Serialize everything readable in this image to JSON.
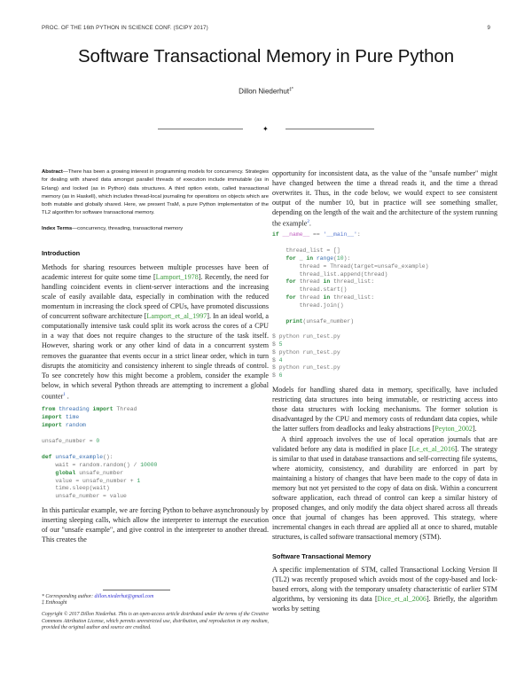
{
  "header": {
    "running_head": "PROC. OF THE 16th PYTHON IN SCIENCE CONF. (SCIPY 2017)",
    "page_number": "9"
  },
  "paper": {
    "title": "Software Transactional Memory in Pure Python",
    "author": "Dillon Niederhut",
    "author_marks": "‡*",
    "divider_glyph": "✦"
  },
  "abstract": {
    "label": "Abstract",
    "text": "—There has been a growing interest in programming models for concurrency. Strategies for dealing with shared data amongst parallel threads of execution include immutable (as in Erlang) and locked (as in Python) data structures. A third option exists, called transactional memory (as in Haskell), which includes thread-local journaling for operations on objects which are both mutable and globally shared. Here, we present TraM, a pure Python implementation of the TL2 algorithm for software transactional memory.",
    "index_label": "Index Terms",
    "index_text": "—concurrency, threading, transactional memory"
  },
  "introduction": {
    "heading": "Introduction",
    "p1_a": "Methods for sharing resources between multiple processes have been of academic interest for quite some time [",
    "p1_cite1": "Lamport_1978",
    "p1_b": "]. Recently, the need for handling coincident events in client-server interactions and the increasing scale of easily available data, especially in combination with the reduced momentum in increasing the clock speed of CPUs, have promoted discussions of concurrent software architecture [",
    "p1_cite2": "Lamport_et_al_1997",
    "p1_c": "]. In an ideal world, a computationally intensive task could split its work across the cores of a CPU in a way that does not require changes to the structure of the task itself. However, sharing work or any other kind of data in a concurrent system removes the guarantee that events occur in a strict linear order, which in turn disrupts the atomiticity and consistency inherent to single threads of control. To see concretely how this might become a problem, consider the example below, in which several Python threads are attempting to increment a global counter",
    "p1_fn": "1",
    "p1_end": " .",
    "p2": "In this particular example, we are forcing Python to behave asynchronously by inserting sleeping calls, which allow the interpreter to interrupt the execution of our \"unsafe example\", and give control in the interpreter to another thread. This creates the opportunity for inconsistent data, as the value of the \"unsafe number\" might have changed between the time a thread reads it, and the time a thread overwrites it. Thus, in the code below, we would expect to see consistent output of the number 10, but in practice will see something smaller, depending on the length of the wait and the architecture of the system running the example",
    "p2_fn": "2",
    "p2_end": ".",
    "p3_a": "Models for handling shared data in memory, specifically, have included restricting data structures into being immutable, or restricting access into those data structures with locking mechanisms. The former solution is disadvantaged by the CPU and memory costs of redundant data copies, while the latter suffers from deadlocks and leaky abstractions [",
    "p3_cite": "Peyton_2002",
    "p3_b": "].",
    "p4_a": "A third approach involves the use of local operation journals that are validated before any data is modified in place [",
    "p4_cite": "Le_et_al_2016",
    "p4_b": "]. The strategy is similar to that used in database transactions and self-correcting file systems, where atomicity, consistency, and durability are enforced in part by maintaining a history of changes that have been made to the copy of data in memory but not yet persisted to the copy of data on disk. Within a concurrent software application, each thread of control can keep a similar history of proposed changes, and only modify the data object shared across all threads once that journal of changes has been approved. This strategy, where incremental changes in each thread are applied all at once to shared, mutable structures, is called software transactional memory (STM)."
  },
  "code1": {
    "l1_kw1": "from",
    "l1_mod": "threading",
    "l1_kw2": "import",
    "l1_rest": " Thread",
    "l2_kw": "import",
    "l2_mod": "time",
    "l3_kw": "import",
    "l3_mod": "random",
    "l4_a": "unsafe_number = ",
    "l4_num": "0",
    "l5_kw": "def",
    "l5_fn": "unsafe_example",
    "l5_rest": "():",
    "l6_a": "    wait = random.random() / ",
    "l6_num": "10000",
    "l7_kw": "    global",
    "l7_rest": " unsafe_number",
    "l8_a": "    value = unsafe_number + ",
    "l8_num": "1",
    "l9": "    time.sleep(wait)",
    "l10": "    unsafe_number = value"
  },
  "code2": {
    "l1_kw": "if",
    "l1_dn": "__name__",
    "l1_eq": " == ",
    "l1_str": "'__main__'",
    "l1_end": ":",
    "l2": "    thread_list = []",
    "l3_kw": "    for",
    "l3_a": " _ ",
    "l3_kw2": "in",
    "l3_fn": " range",
    "l3_b": "(",
    "l3_num": "10",
    "l3_c": "):",
    "l4": "        thread = Thread(target=unsafe_example)",
    "l5": "        thread_list.append(thread)",
    "l6_kw": "    for",
    "l6_a": " thread ",
    "l6_kw2": "in",
    "l6_b": " thread_list:",
    "l7": "        thread.start()",
    "l8_kw": "    for",
    "l8_a": " thread ",
    "l8_kw2": "in",
    "l8_b": " thread_list:",
    "l9": "        thread.join()",
    "l10_kw": "    print",
    "l10_rest": "(unsafe_number)"
  },
  "console": {
    "cmd": "$ python run_test.py",
    "prompt": "$ ",
    "outputs": [
      "5",
      "4",
      "6"
    ]
  },
  "stm_section": {
    "heading": "Software Transactional Memory",
    "p_a": "A specific implementation of STM, called Transactional Locking Version II (TL2) was recently proposed which avoids most of the copy-based and lock-based errors, along with the temporary unsafety characteristic of earlier STM algorithms, by versioning its data [",
    "p_cite": "Dice_et_al_2006",
    "p_b": "]. Briefly, the algorithm works by setting"
  },
  "footnotes": {
    "corr_label": "* Corresponding author: ",
    "corr_email": "dillon.niederhut@gmail.com",
    "affil": "‡ Enthought",
    "copyright": "Copyright © 2017 Dillon Niederhut. This is an open-access article distributed under the terms of the Creative Commons Attribution License, which permits unrestricted use, distribution, and reproduction in any medium, provided the original author and source are credited."
  }
}
